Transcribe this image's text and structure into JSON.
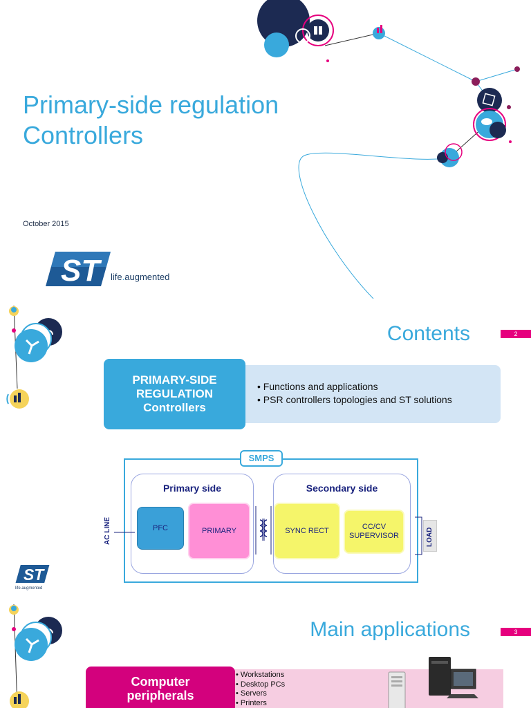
{
  "slide1": {
    "title_line1": "Primary-side regulation",
    "title_line2": "Controllers",
    "date": "October 2015",
    "logo_text": "ST",
    "tagline_life": "life",
    "tagline_dot": ".",
    "tagline_augmented": "augmented"
  },
  "slide2": {
    "title": "Contents",
    "page_number": "2",
    "contents_box": {
      "line1": "PRIMARY-SIDE",
      "line2": "REGULATION",
      "line3": "Controllers"
    },
    "contents_items": [
      "Functions and applications",
      "PSR controllers topologies and ST solutions"
    ],
    "diagram": {
      "smps_label": "SMPS",
      "primary_side_title": "Primary side",
      "secondary_side_title": "Secondary side",
      "pfc": "PFC",
      "primary": "PRIMARY",
      "sync_rect": "SYNC RECT",
      "cccv_line1": "CC/CV",
      "cccv_line2": "SUPERVISOR",
      "ac_line": "AC LINE",
      "load": "LOAD"
    },
    "mini_tagline": "life.augmented"
  },
  "slide3": {
    "title": "Main applications",
    "page_number": "3",
    "app_box_line1": "Computer",
    "app_box_line2": "peripherals",
    "app_items": [
      "Workstations",
      "Desktop PCs",
      "Servers",
      "Printers"
    ]
  },
  "colors": {
    "st_blue": "#39a9dc",
    "st_magenta": "#e6007e",
    "dark_navy": "#1a237e",
    "pfc_blue": "#3aa0d8",
    "primary_pink": "#ff8fd6",
    "secondary_yellow": "#f5f56a"
  }
}
